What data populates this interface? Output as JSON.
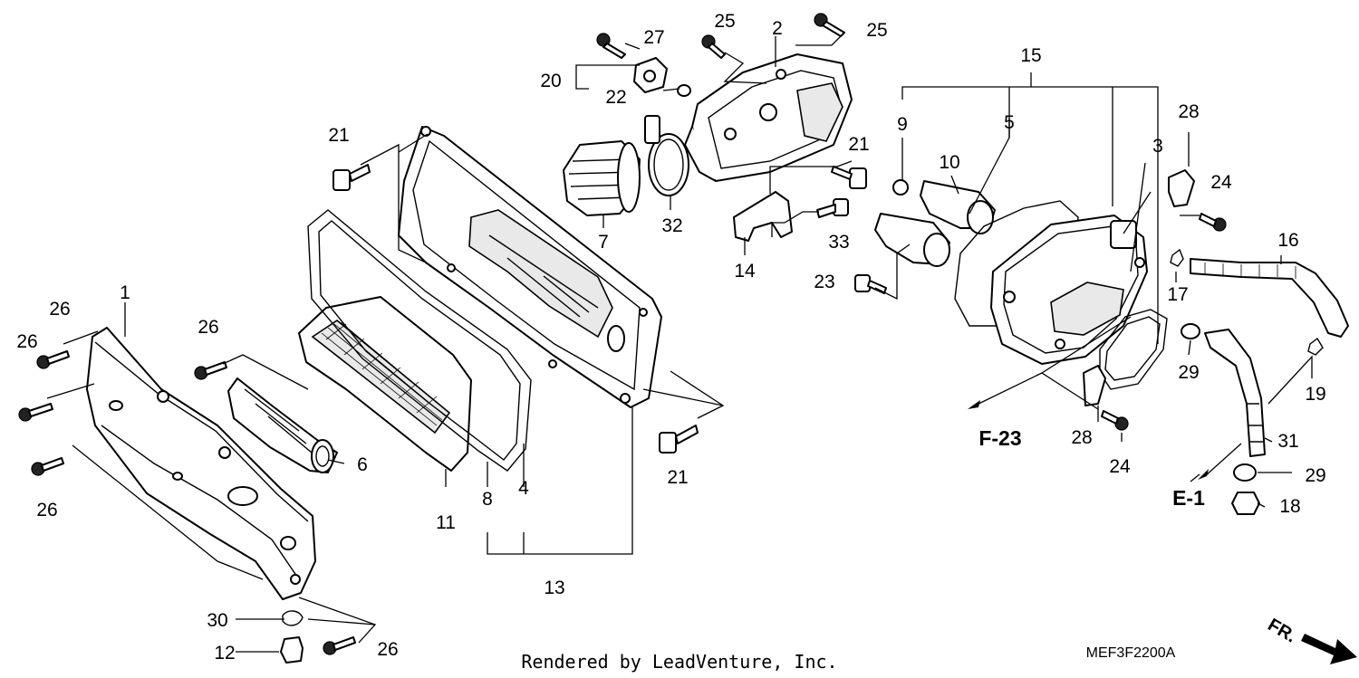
{
  "diagram": {
    "callouts": {
      "c1": "1",
      "c2": "2",
      "c3": "3",
      "c4": "4",
      "c5": "5",
      "c6": "6",
      "c7": "7",
      "c8": "8",
      "c9": "9",
      "c10": "10",
      "c11": "11",
      "c12": "12",
      "c13": "13",
      "c14": "14",
      "c15": "15",
      "c16": "16",
      "c17": "17",
      "c18": "18",
      "c19": "19",
      "c20": "20",
      "c21": "21",
      "c22": "22",
      "c23": "23",
      "c24": "24",
      "c25": "25",
      "c26": "26",
      "c27": "27",
      "c28": "28",
      "c29": "29",
      "c30": "30",
      "c31": "31",
      "c32": "32",
      "c33": "33"
    },
    "refs": {
      "f23": "F-23",
      "e1": "E-1"
    },
    "direction_label": "FR.",
    "diagram_code": "MEF3F2200A",
    "credit": "Rendered by LeadVenture, Inc."
  }
}
